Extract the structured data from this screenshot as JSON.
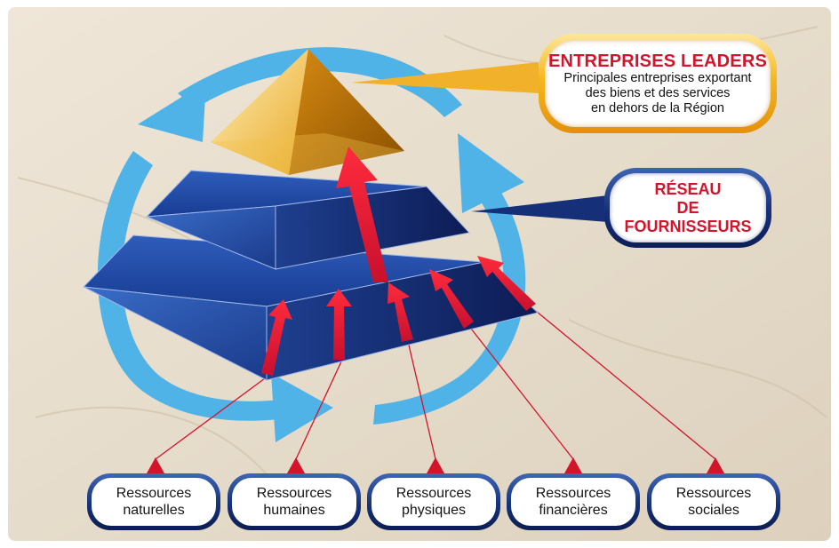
{
  "colors": {
    "accent_red": "#d3142b",
    "navy": "#152f78",
    "light_blue": "#4fb3e8",
    "gold": "#f6b81e"
  },
  "leaders": {
    "title": "ENTREPRISES LEADERS",
    "line1": "Principales entreprises exportant",
    "line2": "des biens et des services",
    "line3": "en dehors de la Région"
  },
  "reseau": {
    "line1": "RÉSEAU",
    "line2": "DE",
    "line3": "FOURNISSEURS"
  },
  "resources": [
    {
      "line1": "Ressources",
      "line2": "naturelles"
    },
    {
      "line1": "Ressources",
      "line2": "humaines"
    },
    {
      "line1": "Ressources",
      "line2": "physiques"
    },
    {
      "line1": "Ressources",
      "line2": "financières"
    },
    {
      "line1": "Ressources",
      "line2": "sociales"
    }
  ]
}
